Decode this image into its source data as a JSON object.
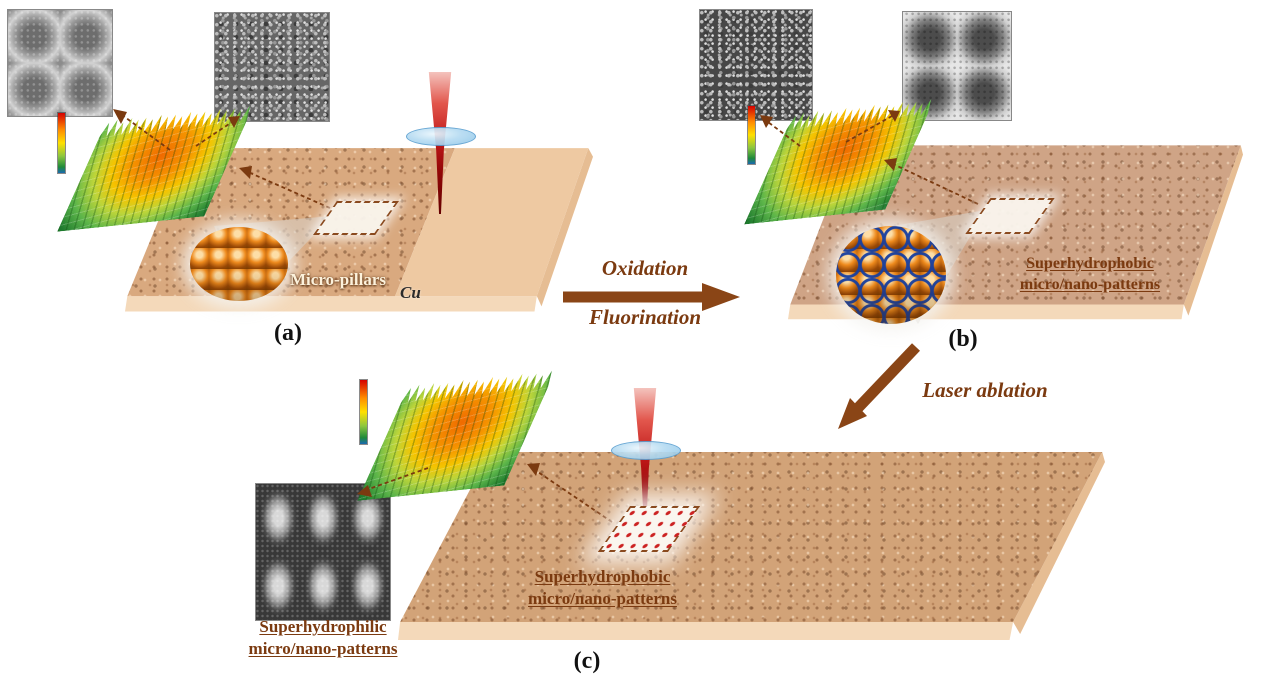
{
  "panel_a": {
    "label": "(a)",
    "substrate_material": "Cu",
    "annotation": "Micro-pillars"
  },
  "process_ab": {
    "step1": "Oxidation",
    "step2": "Fluorination"
  },
  "panel_b": {
    "label": "(b)",
    "annotation_line1": "Superhydrophobic",
    "annotation_line2": "micro/nano-patterns"
  },
  "process_bc": {
    "step": "Laser ablation"
  },
  "panel_c": {
    "label": "(c)",
    "annotation_hydrophobic_line1": "Superhydrophobic",
    "annotation_hydrophobic_line2": "micro/nano-patterns",
    "annotation_hydrophilic_line1": "Superhydrophilic",
    "annotation_hydrophilic_line2": "micro/nano-patterns"
  },
  "colors": {
    "substrate_tan": "#d9a97f",
    "text_brown": "#7b3a10",
    "arrow_brown": "#8a4516",
    "laser_red": "#b01010",
    "lens_blue": "#9cc9e8",
    "pillar_orange": "#f08c1e",
    "mesh_blue": "#163ea0"
  }
}
